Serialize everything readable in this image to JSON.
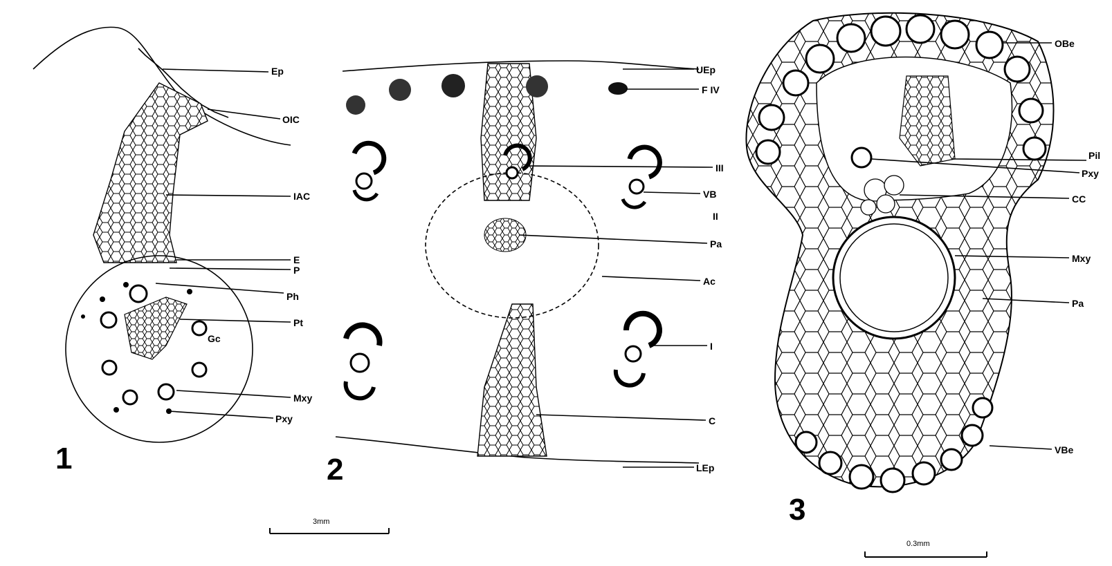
{
  "figure_numbers": [
    "1",
    "2",
    "3"
  ],
  "figure1": {
    "labels": [
      "Ep",
      "OIC",
      "IAC",
      "E",
      "P",
      "Ph",
      "Pt",
      "Gc",
      "Mxy",
      "Pxy"
    ]
  },
  "figure2": {
    "labels": [
      "UEp",
      "F IV",
      "III",
      "VB",
      "II",
      "Pa",
      "Ac",
      "I",
      "C",
      "LEp"
    ]
  },
  "figure3": {
    "labels": [
      "OBe",
      "Pil",
      "Pxy",
      "CC",
      "Mxy",
      "Pa",
      "VBe"
    ]
  },
  "scale_bars": [
    "3mm",
    "0.3mm"
  ]
}
